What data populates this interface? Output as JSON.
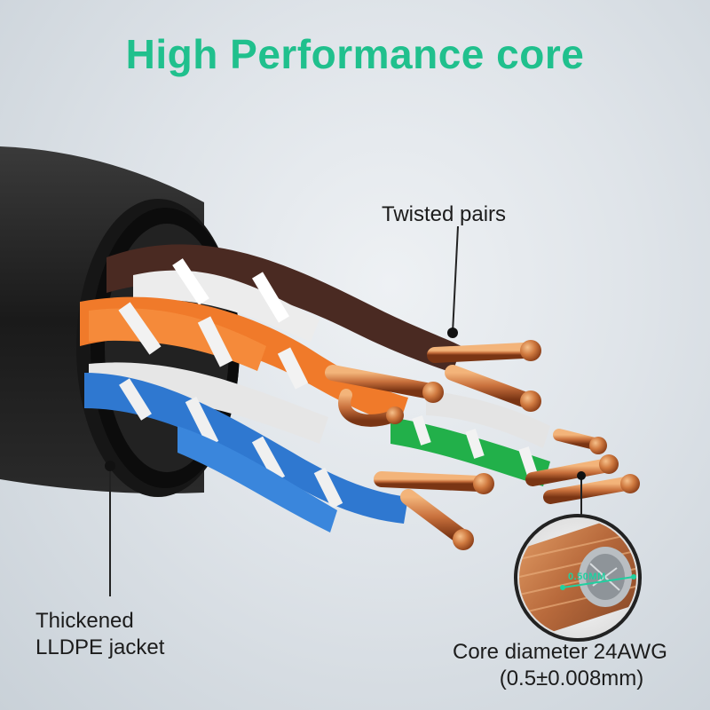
{
  "title": "High Performance core",
  "colors": {
    "title": "#20c08d",
    "jacket": "#1b1b1b",
    "copper": "#c8703c",
    "orange_wire": "#f07a2a",
    "brown_wire": "#4a2a22",
    "blue_wire": "#2f78d0",
    "green_wire": "#22b04a",
    "white_wire": "#eeeeee",
    "measure": "#20d0a0"
  },
  "labels": {
    "twisted_pairs": "Twisted pairs",
    "jacket_line1": "Thickened",
    "jacket_line2": "LLDPE jacket",
    "core_line1": "Core diameter 24AWG",
    "core_line2": "(0.5±0.008mm)",
    "measurement": "0.50MM"
  },
  "icons": {
    "cable": "ethernet-cable-cross-section",
    "magnifier": "copper-core-magnified-circle"
  }
}
